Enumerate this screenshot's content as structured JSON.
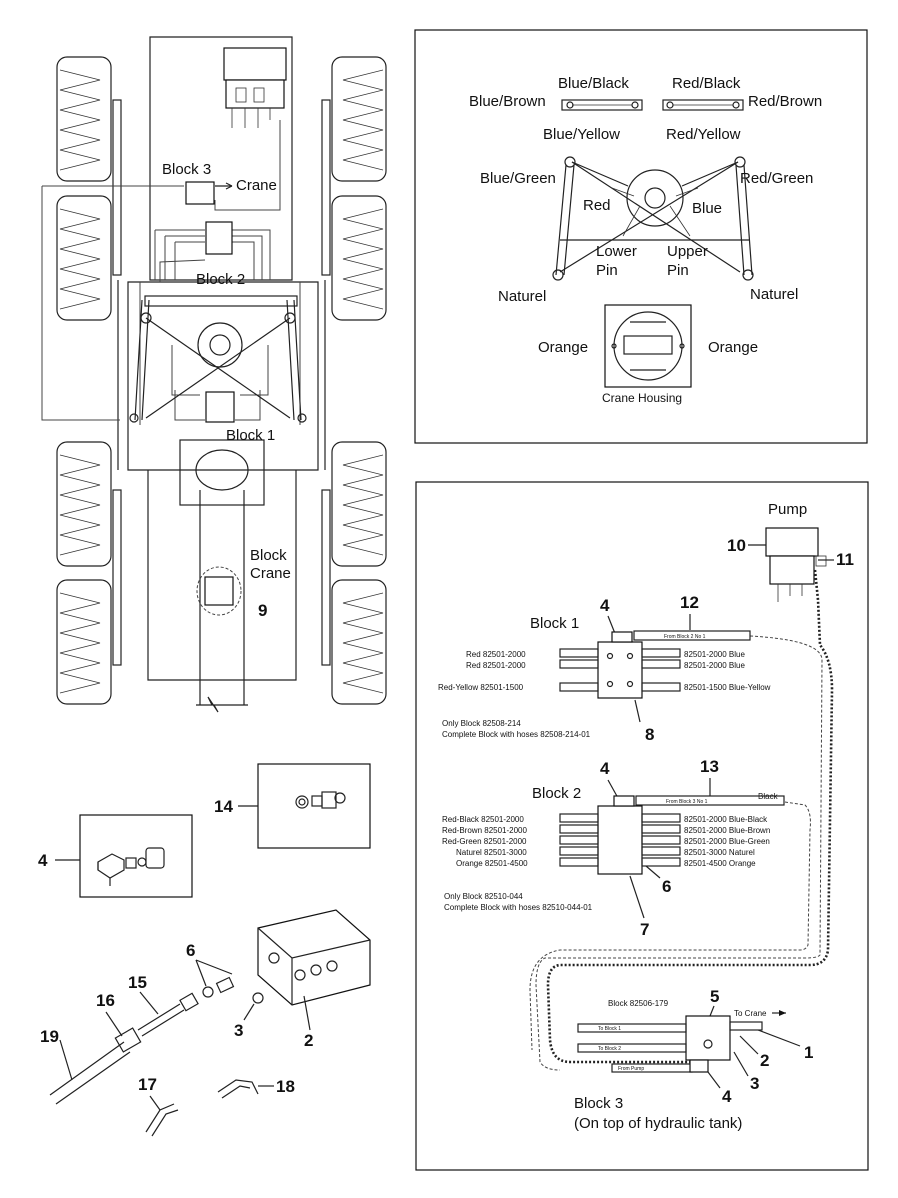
{
  "machine_view": {
    "block3": "Block 3",
    "crane_arrow": "Crane",
    "block2": "Block 2",
    "block1": "Block 1",
    "block_crane_1": "Block",
    "block_crane_2": "Crane",
    "callout_9": "9"
  },
  "color_diagram": {
    "blue_black": "Blue/Black",
    "red_black": "Red/Black",
    "blue_brown": "Blue/Brown",
    "red_brown": "Red/Brown",
    "blue_yellow": "Blue/Yellow",
    "red_yellow": "Red/Yellow",
    "blue_green": "Blue/Green",
    "red_green": "Red/Green",
    "red": "Red",
    "blue": "Blue",
    "lower_pin_1": "Lower",
    "lower_pin_2": "Pin",
    "upper_pin_1": "Upper",
    "upper_pin_2": "Pin",
    "naturel_left": "Naturel",
    "naturel_right": "Naturel",
    "orange_left": "Orange",
    "orange_right": "Orange",
    "crane_housing": "Crane Housing"
  },
  "hose_diagram": {
    "pump": "Pump",
    "n10": "10",
    "n11": "11",
    "n4a": "4",
    "n12": "12",
    "block1_title": "Block 1",
    "b1_left": [
      "Red 82501-2000",
      "Red 82501-2000",
      "Red-Yellow 82501-1500"
    ],
    "b1_right": [
      "82501-2000 Blue",
      "82501-2000 Blue",
      "82501-1500 Blue-Yellow"
    ],
    "b1_hose_label": "From Block 2 No 1",
    "b1_only": "Only Block 82508-214",
    "b1_complete": "Complete Block with hoses 82508-214-01",
    "n8": "8",
    "n4b": "4",
    "n13": "13",
    "block2_title": "Block 2",
    "black": "Black",
    "b2_hose_label": "From Block 3 No 1",
    "b2_left": [
      "Red-Black 82501-2000",
      "Red-Brown 82501-2000",
      "Red-Green 82501-2000",
      "Naturel 82501-3000",
      "Orange 82501-4500"
    ],
    "b2_right": [
      "82501-2000 Blue-Black",
      "82501-2000 Blue-Brown",
      "82501-2000 Blue-Green",
      "82501-3000 Naturel",
      "82501-4500 Orange"
    ],
    "n6": "6",
    "b2_only": "Only Block 82510-044",
    "b2_complete": "Complete Block with hoses 82510-044-01",
    "n7": "7",
    "block3_part": "Block 82506-179",
    "n5": "5",
    "to_crane": "To Crane",
    "n1": "1",
    "n2": "2",
    "n3": "3",
    "n4c": "4",
    "b3_h1": "To Block 1",
    "b3_h2": "To Block 2",
    "b3_h3": "From Pump",
    "block3_title": "Block 3",
    "block3_sub": "(On top of hydraulic tank)"
  },
  "parts": {
    "n14": "14",
    "n4": "4",
    "n6": "6",
    "n15": "15",
    "n16": "16",
    "n19": "19",
    "n3": "3",
    "n2": "2",
    "n17": "17",
    "n18": "18"
  },
  "icons": [
    "tire-icon",
    "pump-icon",
    "valve-block-icon",
    "cylinder-icon",
    "fitting-icon",
    "elbow-icon",
    "hose-icon",
    "nut-icon"
  ]
}
